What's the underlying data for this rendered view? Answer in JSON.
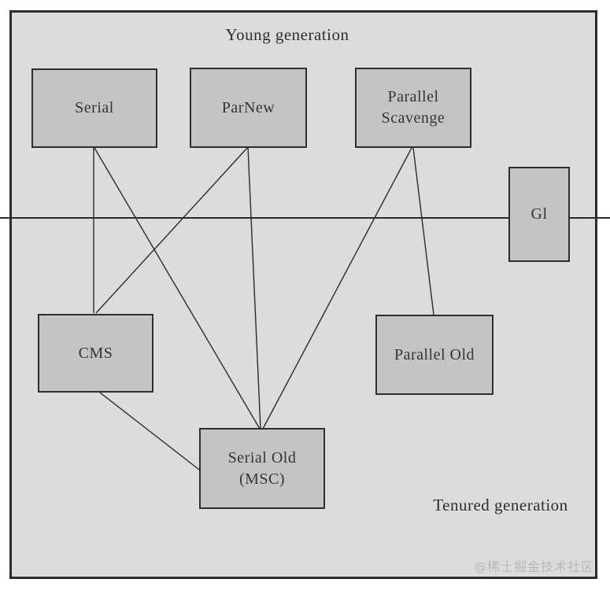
{
  "diagram": {
    "titles": {
      "young": "Young generation",
      "tenured": "Tenured generation"
    },
    "watermark": "@稀土掘金技术社区",
    "boxes": {
      "serial": {
        "label": "Serial"
      },
      "parnew": {
        "label": "ParNew"
      },
      "parallel_scavenge": {
        "line1": "Parallel",
        "line2": "Scavenge"
      },
      "g1": {
        "label": "Gl"
      },
      "cms": {
        "label": "CMS"
      },
      "serial_old": {
        "line1": "Serial Old",
        "line2": "(MSC)"
      },
      "parallel_old": {
        "label": "Parallel Old"
      }
    },
    "colors": {
      "canvas_background": "#ffffff",
      "diagram_background": "#dcdcda",
      "box_fill": "#c4c4c3",
      "border_and_lines": "#2b2b2b",
      "watermark_text": "#b9b9b9"
    },
    "connections": [
      {
        "from": "Serial",
        "to": "CMS"
      },
      {
        "from": "Serial",
        "to": "Serial Old (MSC)"
      },
      {
        "from": "ParNew",
        "to": "CMS"
      },
      {
        "from": "ParNew",
        "to": "Serial Old (MSC)"
      },
      {
        "from": "Parallel Scavenge",
        "to": "Serial Old (MSC)"
      },
      {
        "from": "Parallel Scavenge",
        "to": "Parallel Old"
      },
      {
        "from": "CMS",
        "to": "Serial Old (MSC)"
      }
    ]
  }
}
